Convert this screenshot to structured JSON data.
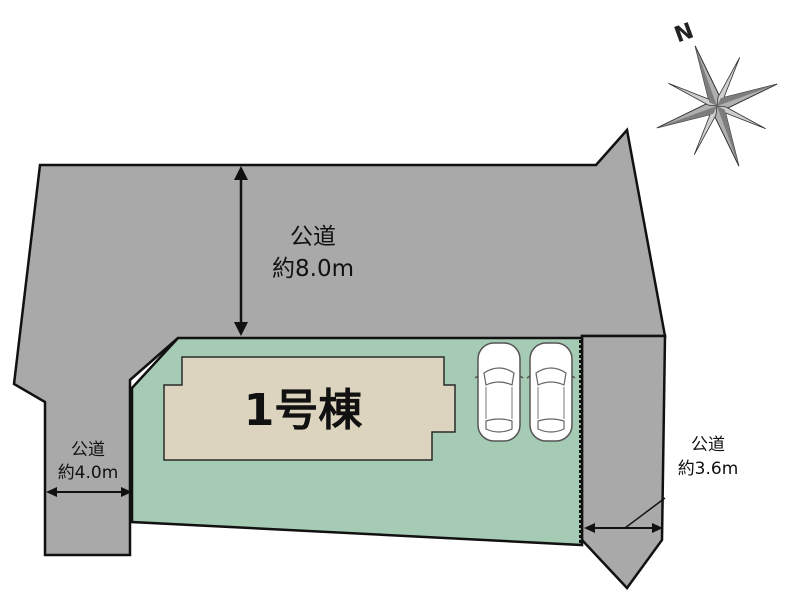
{
  "north_label": "N",
  "building": {
    "label": "1号棟"
  },
  "roads": {
    "north": {
      "name": "公道",
      "width": "約8.0m"
    },
    "west": {
      "name": "公道",
      "width": "約4.0m"
    },
    "east": {
      "name": "公道",
      "width": "約3.6m"
    }
  },
  "parking": {
    "spaces": 2
  },
  "colors": {
    "road": "#a9a9a9",
    "lot": "#a6cbb5",
    "building": "#ddd4bf",
    "outline": "#111111",
    "compass": "#9a9a9a"
  }
}
